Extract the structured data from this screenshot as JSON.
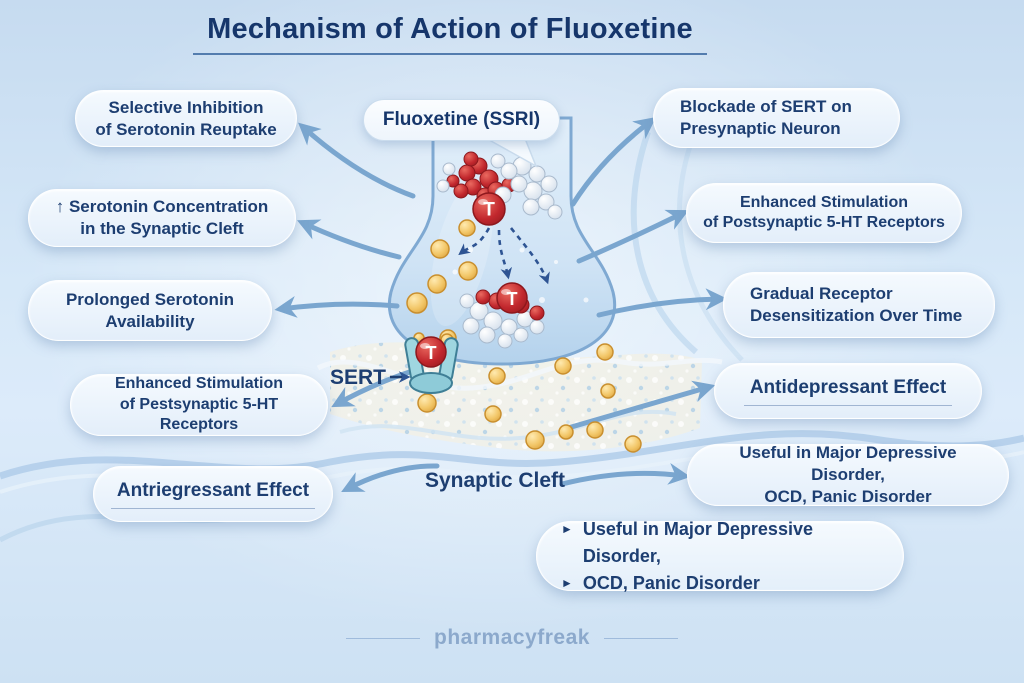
{
  "title": "Mechanism of Action of Fluoxetine",
  "watermark": "pharmacyfreak",
  "center": {
    "drug_bubble": "Fluoxetine (SSRI)",
    "sert": "SERT",
    "synaptic_cleft": "Synaptic Cleft",
    "transporter_tag": "T"
  },
  "left_labels": [
    {
      "lines": [
        "Selective Inhibition",
        "of Serotonin Reuptake"
      ]
    },
    {
      "lines": [
        "↑ Serotonin Concentration",
        "in the Synaptic Cleft"
      ]
    },
    {
      "lines": [
        "Prolonged Serotonin",
        "Availability"
      ]
    },
    {
      "lines": [
        "Enhanced Stimulation",
        "of Pestsynaptic 5-HT Receptors"
      ]
    },
    {
      "lines": [
        "Antriegressant Effect"
      ]
    }
  ],
  "right_labels": [
    {
      "lines": [
        "Blockade of SERT on",
        "Presynaptic Neuron"
      ]
    },
    {
      "lines": [
        "Enhanced Stimulation",
        "of Postsynaptic 5-HT Receptors"
      ]
    },
    {
      "lines": [
        "Gradual Receptor",
        "Desensitization Over Time"
      ]
    },
    {
      "lines": [
        "Antidepressant Effect"
      ]
    },
    {
      "lines": [
        "Useful in Major Depressive Disorder,",
        "OCD, Panic Disorder"
      ]
    }
  ],
  "bottom_note": {
    "bullets": [
      {
        "marker": "►",
        "text": "Useful in Major Depressive Disorder,"
      },
      {
        "marker": "►",
        "text": "OCD, Panic Disorder"
      }
    ]
  },
  "colors": {
    "text_navy": "#1d3e71",
    "title_navy": "#16366b",
    "arrow_blue": "#7aa6cf",
    "serotonin_yellow": "#f2c667",
    "fluoxetine_red": "#c1272d",
    "transporter_teal": "#9fd6e0",
    "pill_fill": "#eef5fc",
    "background_blue": "#d6e8f8"
  }
}
